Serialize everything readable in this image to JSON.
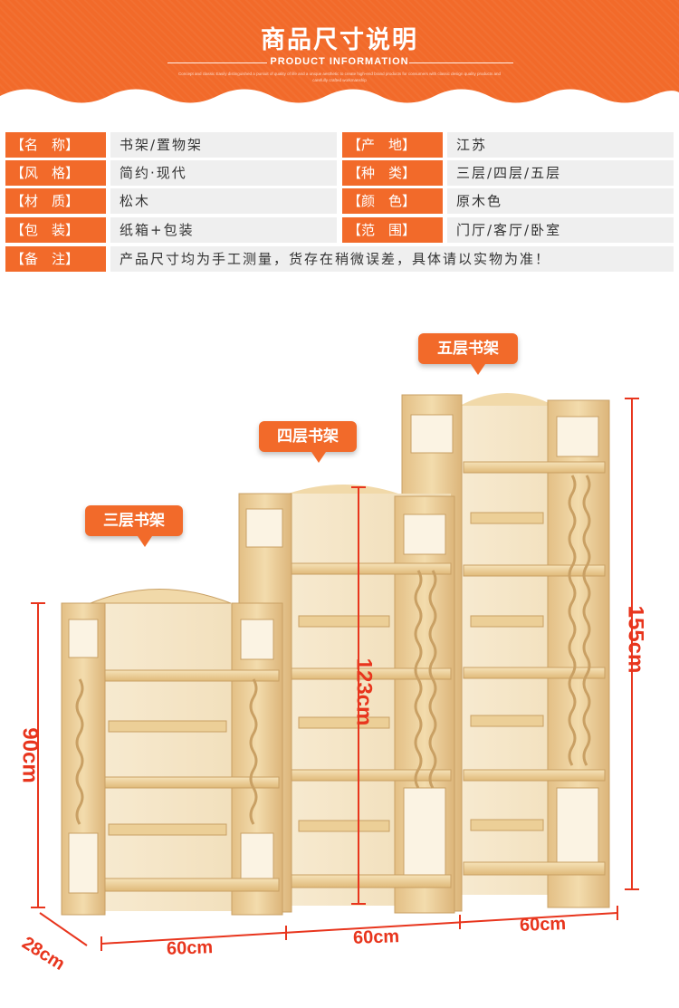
{
  "banner": {
    "title": "商品尺寸说明",
    "subtitle": "PRODUCT INFORMATION",
    "fine_print": "Concept and classic Easily distinguished a pursuit of quality of life and a unique aesthetic to create high-end brand products for consumers with classic design quality products and carefully crafted workmanship"
  },
  "specs": {
    "left": [
      {
        "label": "【名　称】",
        "value": "书架/置物架"
      },
      {
        "label": "【风　格】",
        "value": "简约·现代"
      },
      {
        "label": "【材　质】",
        "value": "松木"
      },
      {
        "label": "【包　装】",
        "value": "纸箱+包装"
      }
    ],
    "right": [
      {
        "label": "【产　地】",
        "value": "江苏"
      },
      {
        "label": "【种　类】",
        "value": "三层/四层/五层"
      },
      {
        "label": "【颜　色】",
        "value": "原木色"
      },
      {
        "label": "【范　围】",
        "value": "门厅/客厅/卧室"
      }
    ],
    "note": {
      "label": "【备　注】",
      "value": "产品尺寸均为手工测量，货存在稍微误差，具体请以实物为准！"
    }
  },
  "shelves": {
    "three": {
      "tag": "三层书架",
      "height": "90cm",
      "width": "60cm",
      "depth": "28cm"
    },
    "four": {
      "tag": "四层书架",
      "height": "123cm",
      "width": "60cm"
    },
    "five": {
      "tag": "五层书架",
      "height": "155cm",
      "width": "60cm"
    }
  },
  "colors": {
    "accent": "#f26a2a",
    "dimension": "#e8351d",
    "wood_light": "#f2d9a8",
    "wood_mid": "#e6c389",
    "wood_dark": "#c9a064"
  }
}
